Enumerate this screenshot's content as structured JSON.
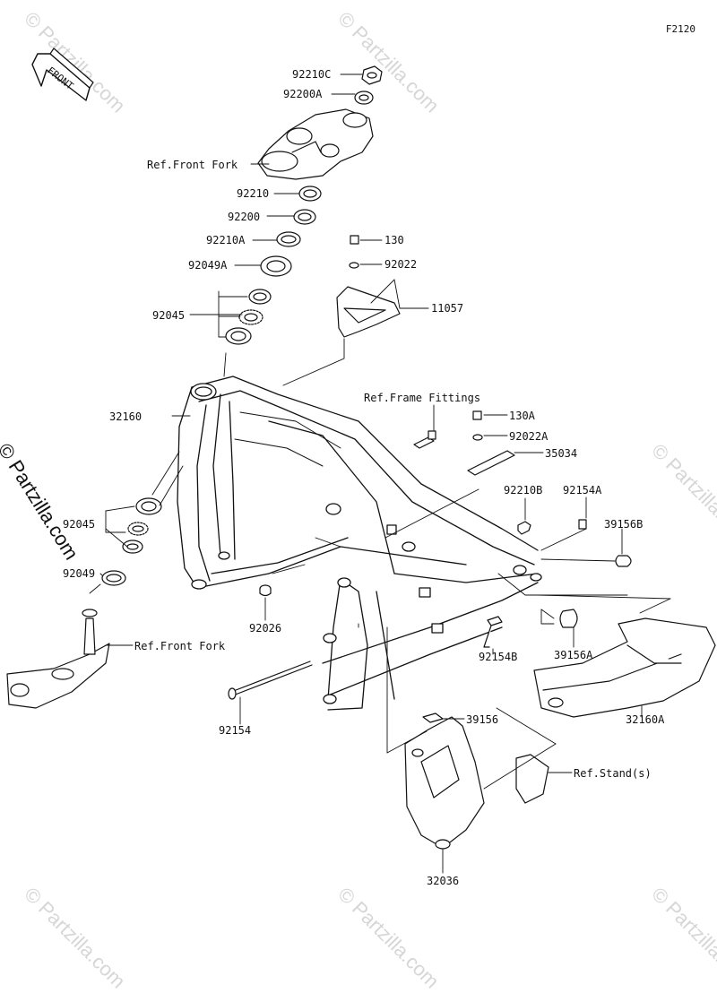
{
  "diagram_code": "F2120",
  "watermark": "© Partzilla.com",
  "front_label": "FRONT",
  "labels": {
    "p92210C": "92210C",
    "p92200A": "92200A",
    "ref_front_fork_top": "Ref.Front Fork",
    "p92210": "92210",
    "p92200": "92200",
    "p92210A": "92210A",
    "p92049A": "92049A",
    "p92045_top": "92045",
    "p130": "130",
    "p92022": "92022",
    "p11057": "11057",
    "p32160": "32160",
    "ref_frame_fittings": "Ref.Frame Fittings",
    "p130A": "130A",
    "p92022A": "92022A",
    "p35034": "35034",
    "p92210B": "92210B",
    "p92154A": "92154A",
    "p39156B": "39156B",
    "p92045_bottom": "92045",
    "p92049": "92049",
    "p92026": "92026",
    "ref_front_fork_bottom": "Ref.Front Fork",
    "p92154B": "92154B",
    "p39156A": "39156A",
    "p32160A": "32160A",
    "p92154": "92154",
    "p39156": "39156",
    "ref_stands": "Ref.Stand(s)",
    "p32036": "32036"
  }
}
